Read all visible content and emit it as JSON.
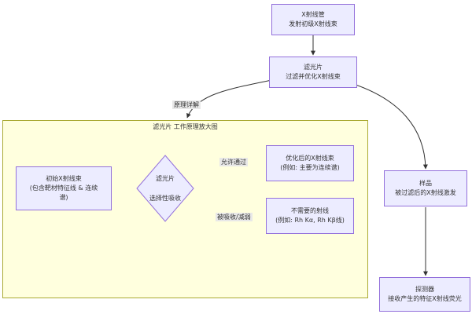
{
  "nodes": {
    "xray_tube": {
      "line1": "X射线管",
      "line2": "发射初级X射线束"
    },
    "filter_top": {
      "line1": "滤光片",
      "line2": "过滤并优化X射线束"
    },
    "sample": {
      "line1": "样品",
      "line2": "被过滤后的X射线激发"
    },
    "detector": {
      "line1": "探测器",
      "line2": "接收产生的特征X射线荧光"
    },
    "initial_beam": {
      "line1": "初始X射线束",
      "line2": "(包含靶材特征线 & 连续",
      "line3": "谱)"
    },
    "filter_diamond": {
      "line1": "滤光片",
      "line2": "选择性吸收"
    },
    "optimized_beam": {
      "line1": "优化后的X射线束",
      "line2": "(例如: 主要为连续谱)"
    },
    "unwanted_rays": {
      "line1": "不需要的射线",
      "line2": "(例如: Rh Kα, Rh Kβ线)"
    }
  },
  "cluster": {
    "title": "滤光片 工作原理放大图"
  },
  "edges": {
    "principle_detail": "原理详解",
    "allow_pass": "允许通过",
    "absorb_attenuate": "被吸收/减弱"
  },
  "colors": {
    "node_fill": "#ECECFF",
    "node_border": "#9370DB",
    "cluster_fill": "#FFFFDE",
    "cluster_border": "#AAAA33",
    "edge": "#333333"
  }
}
